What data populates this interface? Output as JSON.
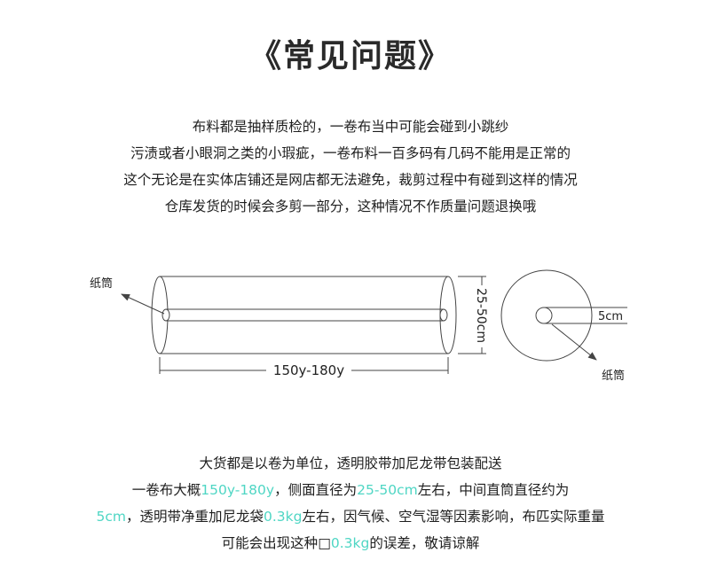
{
  "title": "《常见问题》",
  "intro_lines": [
    "布料都是抽样质检的，一卷布当中可能会碰到小跳纱",
    "污渍或者小眼洞之类的小瑕疵，一卷布料一百多码有几码不能用是正常的",
    "这个无论是在实体店铺还是网店都无法避免，裁剪过程中有碰到这样的情况",
    "仓库发货的时候会多剪一部分，这种情况不作质量问题退换哦"
  ],
  "diagram": {
    "tube_label_left": "纸筒",
    "length_label": "150y-180y",
    "diameter_label": "25-50cm",
    "core_label": "5cm",
    "tube_label_right": "纸筒"
  },
  "note": {
    "line1": "大货都是以卷为单位，透明胶带加尼龙带包装配送",
    "line2_a": "一卷布大概",
    "line2_b": "150y-180y",
    "line2_c": "，侧面直径为",
    "line2_d": "25-50cm",
    "line2_e": "左右，中间直筒直径约为",
    "line3_a": "5cm",
    "line3_b": "，透明带净重加尼龙袋",
    "line3_c": "0.3kg",
    "line3_d": "左右，因气候、空气湿等因素影响，布匹实际重量",
    "line4_a": "可能会出现这种",
    "line4_b": "□",
    "line4_c": "0.3kg",
    "line4_d": "的误差，敬请谅解"
  },
  "colors": {
    "highlight": "#4fd6c4",
    "text": "#1e1e1e",
    "line": "#444444"
  }
}
